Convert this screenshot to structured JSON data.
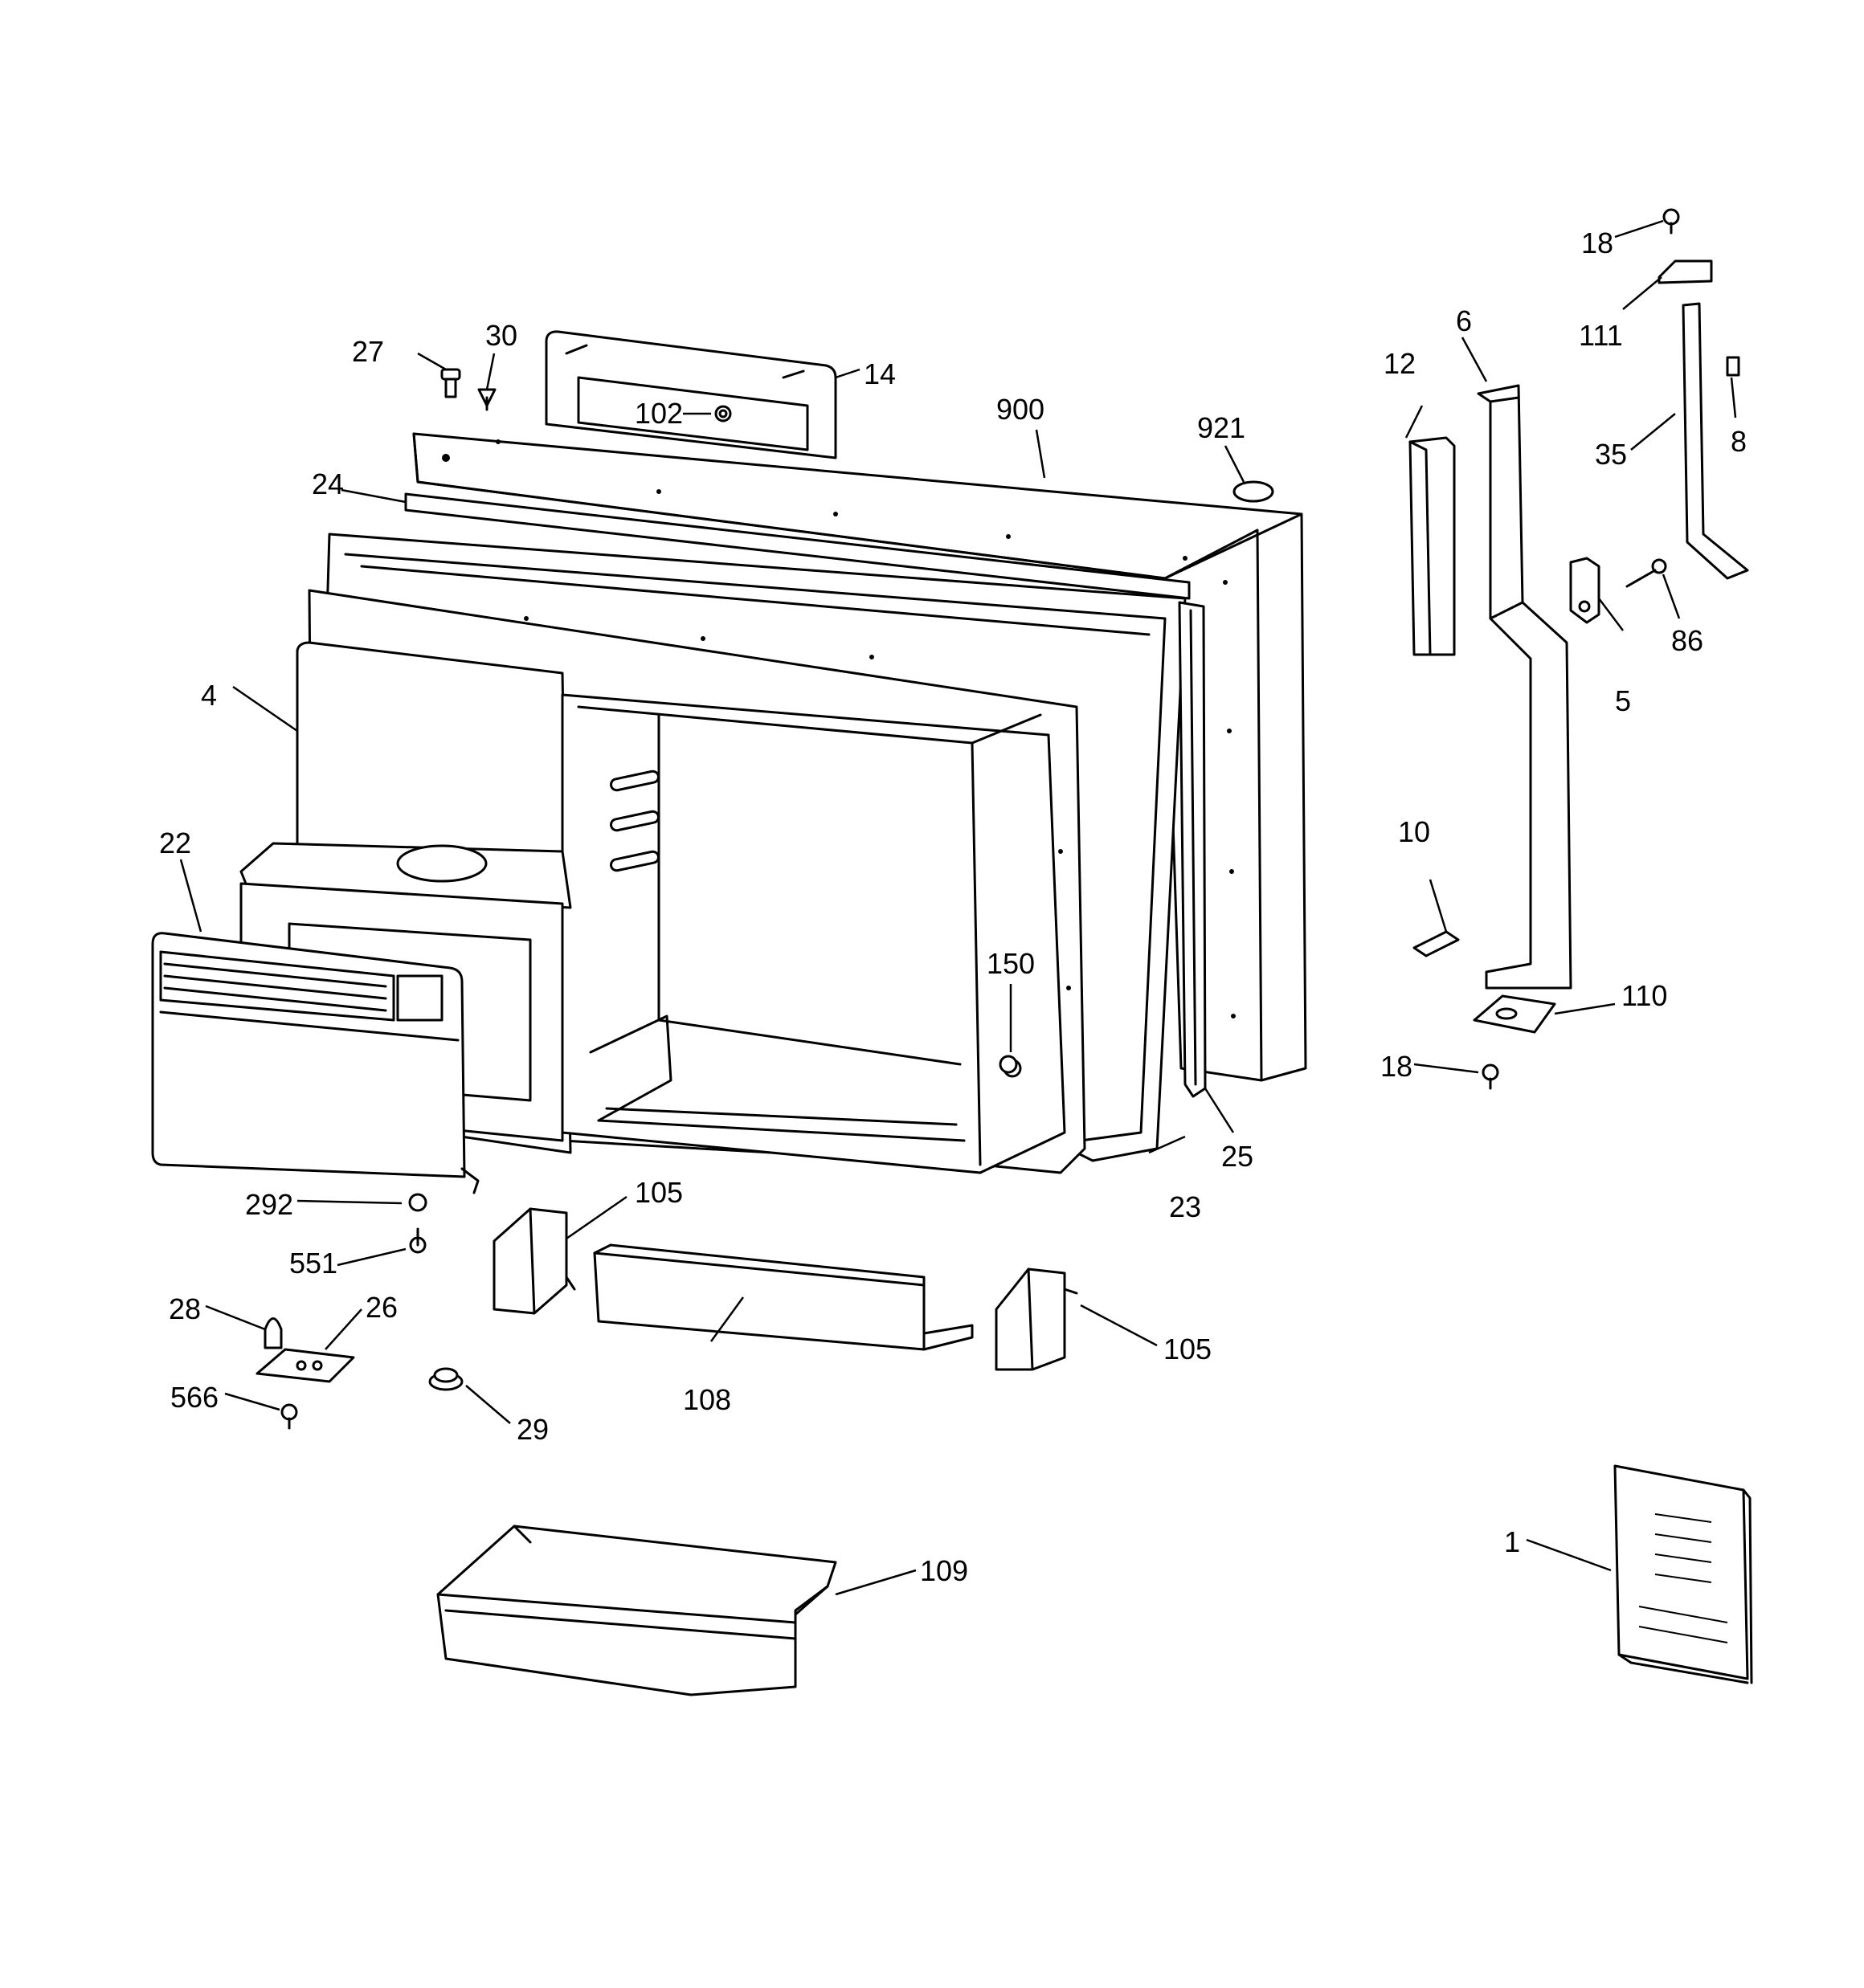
{
  "diagram": {
    "labels": {
      "p1": "1",
      "p4": "4",
      "p5": "5",
      "p6": "6",
      "p8": "8",
      "p10": "10",
      "p12": "12",
      "p14": "14",
      "p18a": "18",
      "p18b": "18",
      "p22": "22",
      "p23": "23",
      "p24": "24",
      "p25": "25",
      "p26": "26",
      "p27": "27",
      "p28": "28",
      "p29": "29",
      "p30": "30",
      "p35": "35",
      "p86": "86",
      "p102": "102",
      "p105a": "105",
      "p105b": "105",
      "p108": "108",
      "p109": "109",
      "p110": "110",
      "p111": "111",
      "p150": "150",
      "p292": "292",
      "p551": "551",
      "p566": "566",
      "p900": "900",
      "p921": "921"
    }
  }
}
